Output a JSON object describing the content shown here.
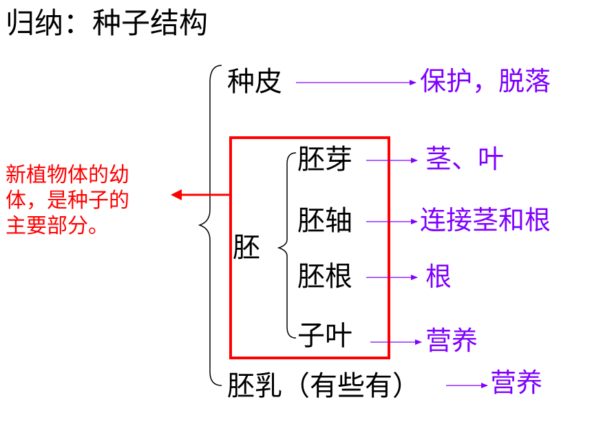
{
  "title": "归纳：种子结构",
  "colors": {
    "text": "#000000",
    "function_text": "#7f00ff",
    "note_text": "#ff0000",
    "highlight_box": "#ff0000",
    "arrow_lines": "#7f00ff"
  },
  "note": {
    "lines": [
      "新植物体的幼",
      "体，是种子的",
      "主要部分。"
    ]
  },
  "parts": {
    "seed_coat": {
      "label": "种皮",
      "function": "保护，脱落"
    },
    "embryo": {
      "label": "胚",
      "children": [
        {
          "label": "胚芽",
          "function": "茎、叶"
        },
        {
          "label": "胚轴",
          "function": "连接茎和根"
        },
        {
          "label": "胚根",
          "function": "根"
        },
        {
          "label": "子叶",
          "function": "营养"
        }
      ]
    },
    "endosperm": {
      "label": "胚乳（有些有）",
      "function": "营养"
    }
  }
}
